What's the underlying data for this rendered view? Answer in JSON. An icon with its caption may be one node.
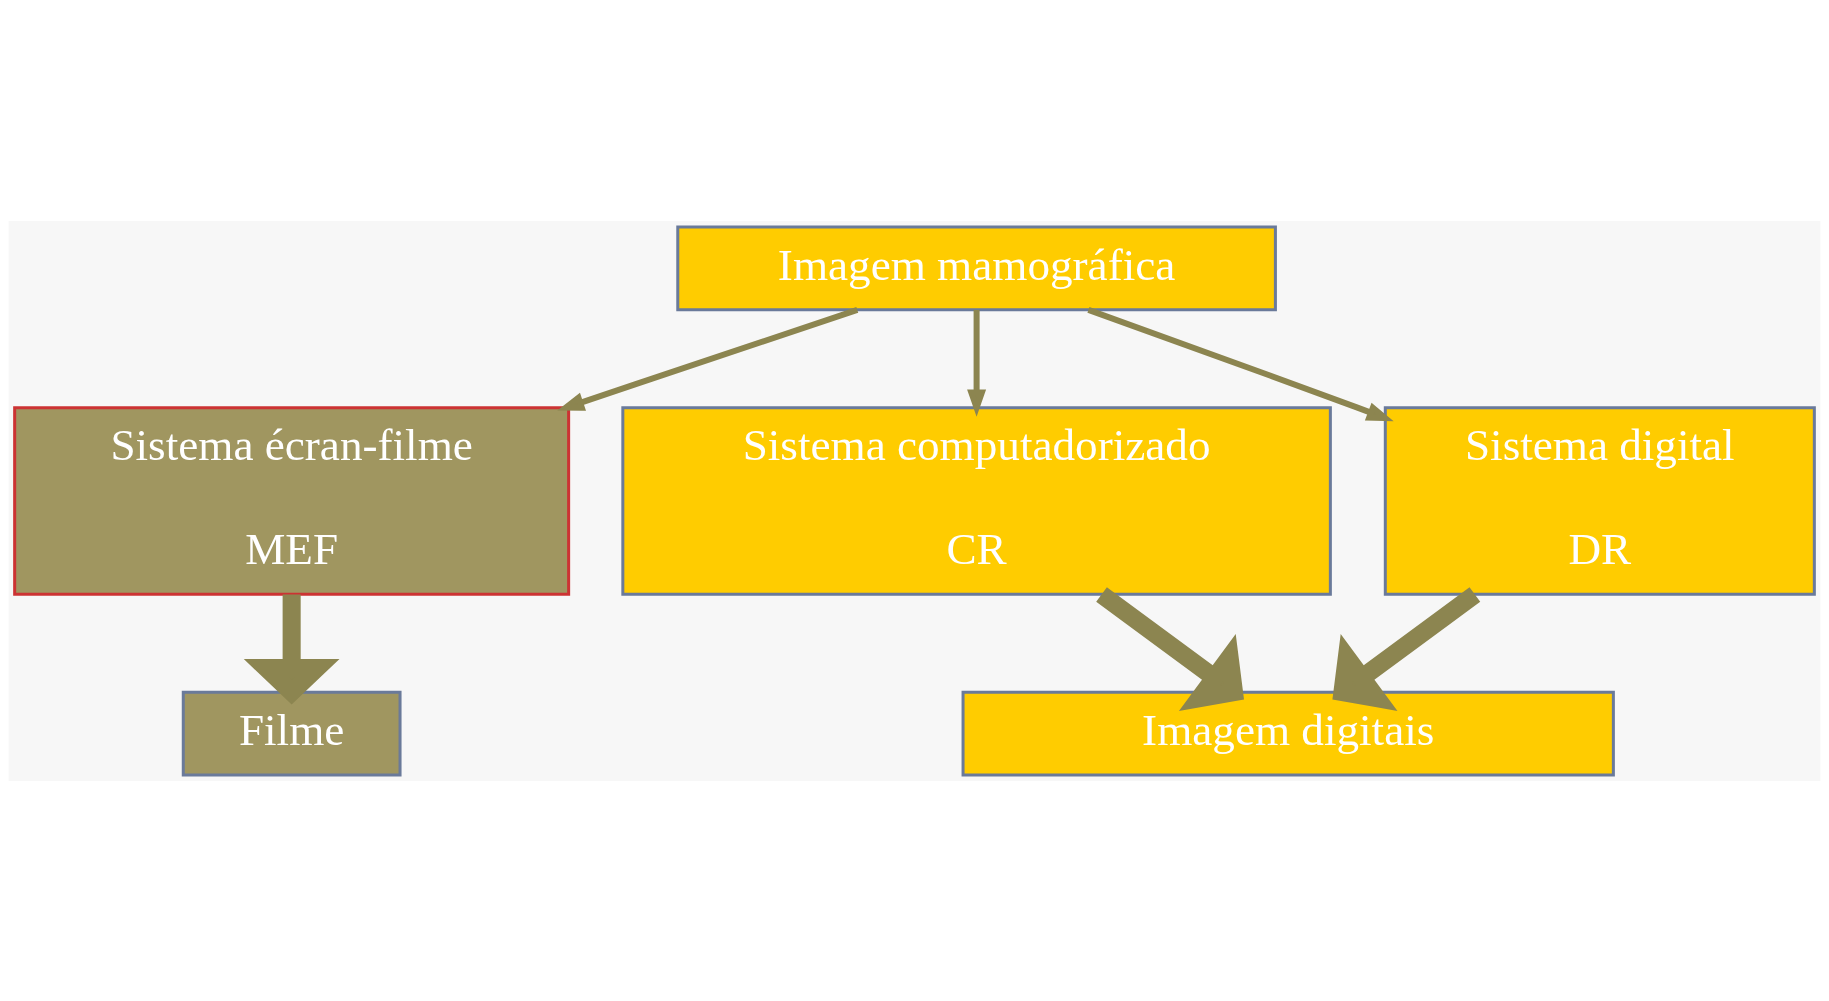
{
  "diagram": {
    "nodes": [
      {
        "text": [
          "Imagem mamográfica"
        ]
      },
      {
        "text": [
          "Sistema écran-filme",
          "MEF"
        ]
      },
      {
        "text": [
          "Sistema computadorizado",
          "CR"
        ]
      },
      {
        "text": [
          "Sistema digital",
          "DR"
        ]
      },
      {
        "text": [
          "Filme"
        ]
      },
      {
        "text": [
          "Imagem digitais"
        ]
      }
    ],
    "edges": [
      {
        "from": 0,
        "to": 1,
        "arrow": "to"
      },
      {
        "from": 0,
        "to": 2,
        "arrow": "to"
      },
      {
        "from": 0,
        "to": 3,
        "arrow": "to"
      },
      {
        "from": 1,
        "to": 4,
        "arrow": "to",
        "style": "thick"
      },
      {
        "from": 2,
        "to": 5,
        "arrow": "to",
        "style": "thick"
      },
      {
        "from": 3,
        "to": 5,
        "arrow": "to",
        "style": "thick"
      }
    ]
  }
}
